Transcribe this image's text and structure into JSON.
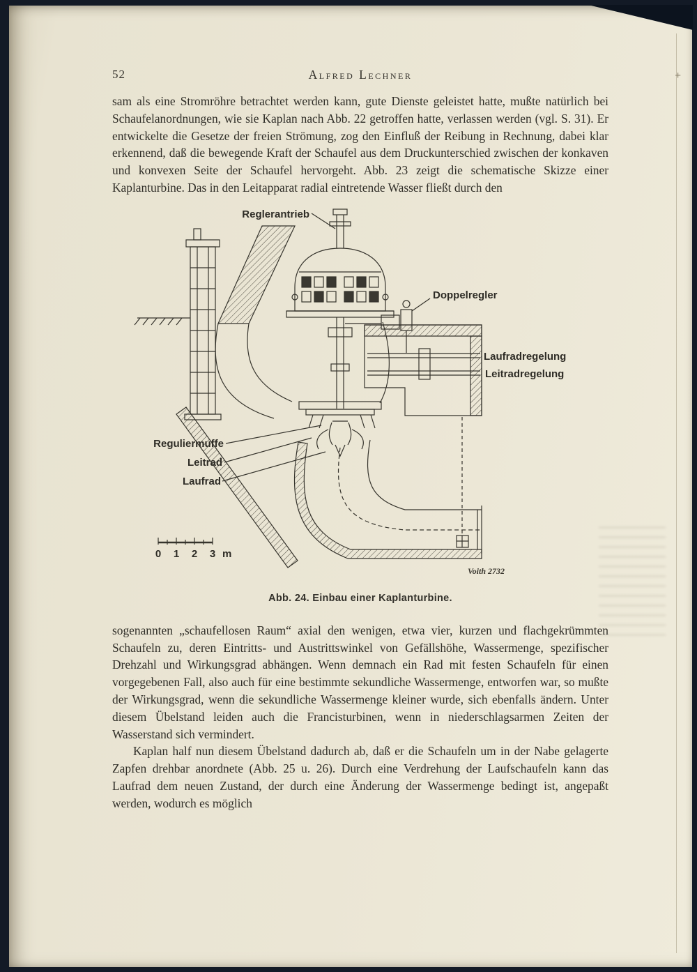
{
  "page": {
    "number": "52",
    "header": "Alfred Lechner"
  },
  "body": {
    "p1": "sam als eine Stromröhre betrachtet werden kann, gute Dienste geleistet hatte, mußte natürlich bei Schaufelanordnungen, wie sie Kaplan nach Abb. 22 getroffen hatte, verlassen werden (vgl. S. 31). Er entwickelte die Gesetze der freien Strömung, zog den Einfluß der Reibung in Rechnung, dabei klar erkennend, daß die bewegende Kraft der Schaufel aus dem Druckunterschied zwischen der konkaven und konvexen Seite der Schaufel hervorgeht. Abb. 23 zeigt die schematische Skizze einer Kaplanturbine. Das in den Leitapparat radial eintretende Wasser fließt durch den",
    "p2": "sogenannten „schaufellosen Raum“ axial den wenigen, etwa vier, kurzen und flachgekrümmten Schaufeln zu, deren Eintritts- und Austrittswinkel von Gefällshöhe, Wassermenge, spezifischer Drehzahl und Wirkungsgrad abhängen. Wenn demnach ein Rad mit festen Schaufeln für einen vorgegebenen Fall, also auch für eine bestimmte sekundliche Wassermenge, entworfen war, so mußte der Wirkungsgrad, wenn die sekundliche Wassermenge kleiner wurde, sich ebenfalls ändern. Unter diesem Übelstand leiden auch die Francisturbinen, wenn in niederschlagsarmen Zeiten der Wasserstand sich vermindert.",
    "p3": "Kaplan half nun diesem Übelstand dadurch ab, daß er die Schaufeln um in der Nabe gelagerte Zapfen drehbar anordnete (Abb. 25 u. 26). Durch eine Verdrehung der Laufschaufeln kann das Laufrad dem neuen Zustand, der durch eine Änderung der Wassermenge bedingt ist, angepaßt werden, wodurch es möglich"
  },
  "figure": {
    "labels": {
      "reglerantrieb": "Reglerantrieb",
      "doppelregler": "Doppelregler",
      "laufradregelung": "Laufradregelung",
      "leitradregelung": "Leitradregelung",
      "reguliermuffe": "Reguliermuffe",
      "leitrad": "Leitrad",
      "laufrad": "Laufrad"
    },
    "scale": {
      "t0": "0",
      "t1": "1",
      "t2": "2",
      "t3": "3",
      "unit": "m"
    },
    "credit": "Voith 2732",
    "caption": "Abb. 24. Einbau einer Kaplanturbine."
  },
  "colors": {
    "page": "#ebe6d5",
    "ink": "#2f2d27",
    "cover": "#131a26"
  },
  "margin_mark": "+"
}
